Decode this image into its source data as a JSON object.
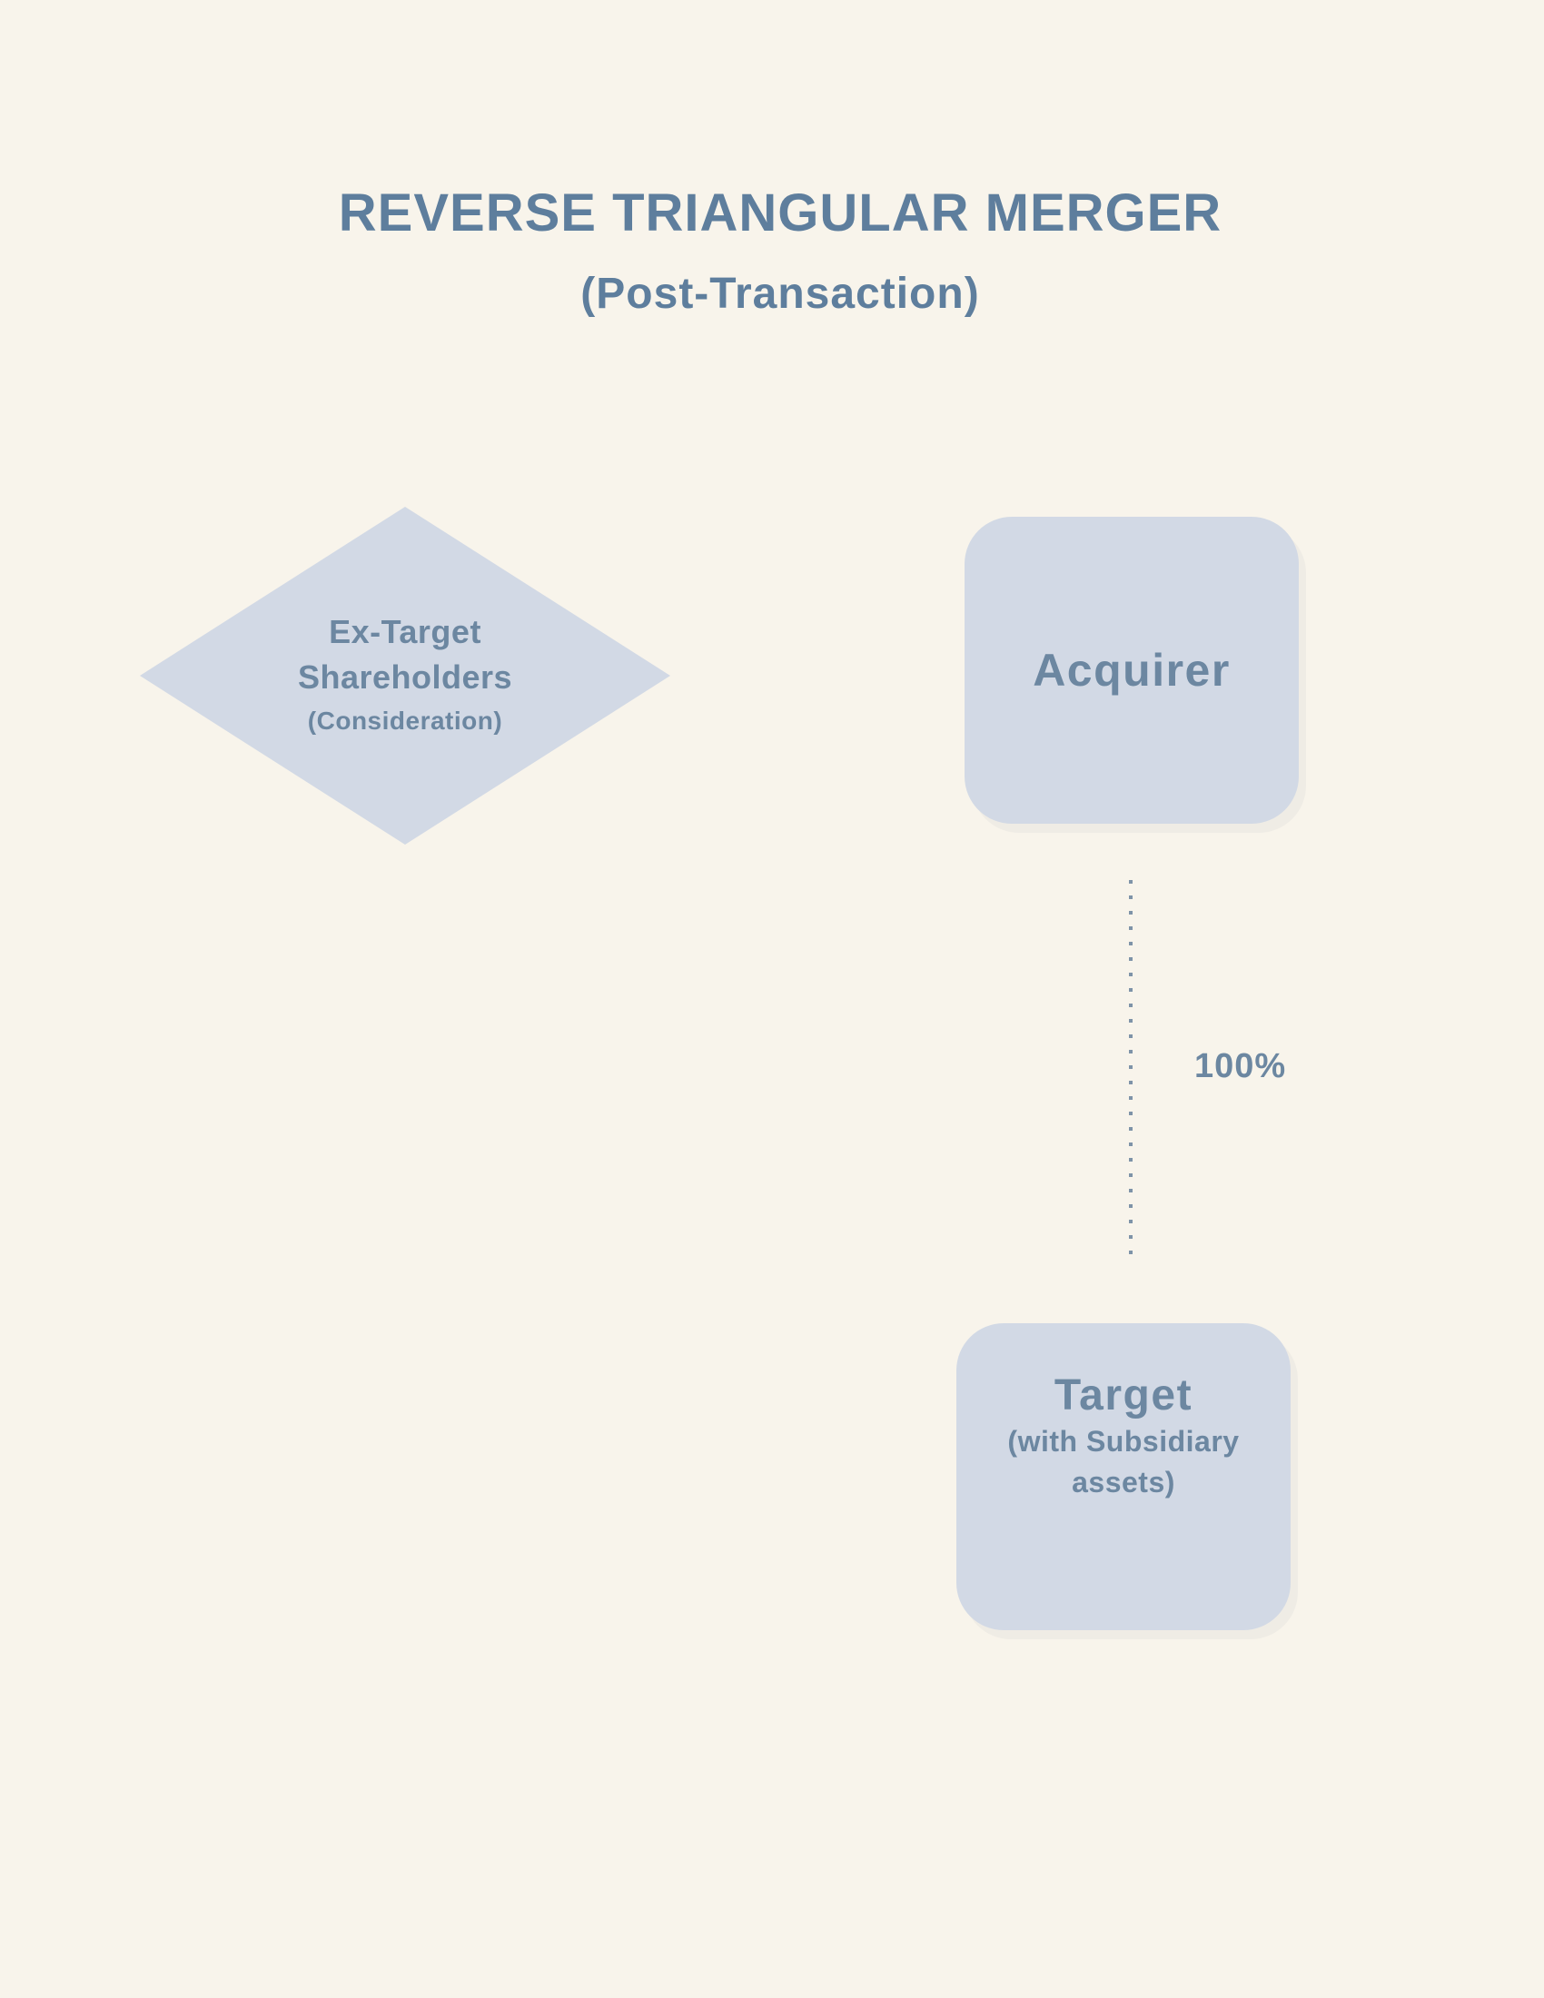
{
  "theme": {
    "bg": "#F8F4EB",
    "shape_fill": "#D2D9E5",
    "heading_ink": "#5E7E9D",
    "node_ink": "#6C87A1",
    "dot_ink": "#7E93A8"
  },
  "title": {
    "line1": "REVERSE TRIANGULAR MERGER",
    "line2": "(Post-Transaction)"
  },
  "nodes": {
    "shareholders": {
      "shape": "diamond",
      "lines": [
        "Ex-Target",
        "Shareholders",
        "(Consideration)"
      ]
    },
    "acquirer": {
      "shape": "rounded-rectangle",
      "label": "Acquirer"
    },
    "target": {
      "shape": "rounded-rectangle",
      "title": "Target",
      "subtitle_line1": "(with Subsidiary",
      "subtitle_line2": "assets)"
    }
  },
  "connector": {
    "type": "dotted-vertical-line",
    "label": "100%"
  }
}
